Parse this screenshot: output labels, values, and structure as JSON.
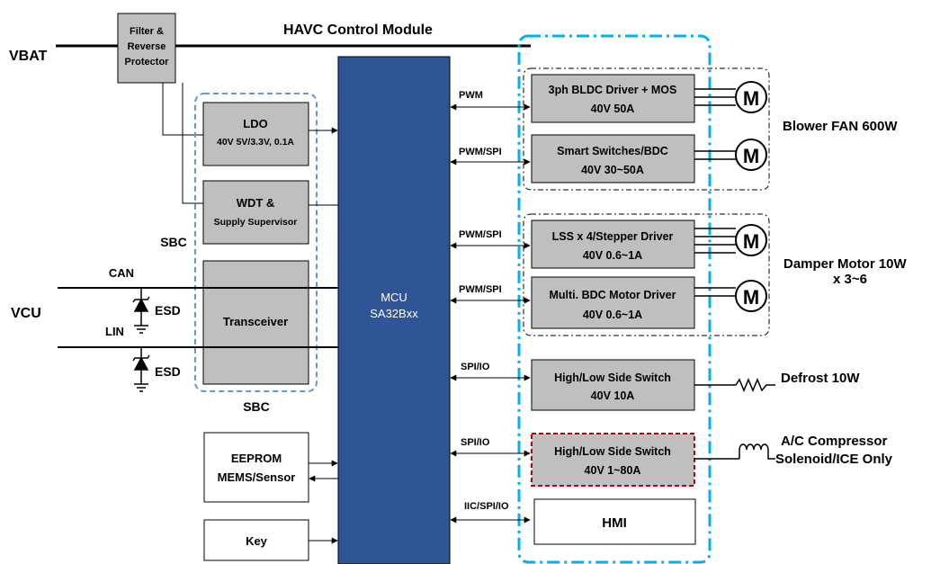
{
  "title": "HAVC Control Module",
  "external": {
    "vbat": "VBAT",
    "vcu": "VCU",
    "can": "CAN",
    "lin": "LIN",
    "esd_top": "ESD",
    "esd_bottom": "ESD"
  },
  "filter": {
    "line1": "Filter &",
    "line2": "Reverse",
    "line3": "Protector"
  },
  "sbc": {
    "label_left": "SBC",
    "label_bottom": "SBC",
    "ldo": {
      "title": "LDO",
      "spec": "40V 5V/3.3V, 0.1A"
    },
    "wdt": {
      "title": "WDT &",
      "subtitle": "Supply Supervisor"
    },
    "transceiver": "Transceiver"
  },
  "mcu": {
    "line1": "MCU",
    "line2": "SA32Bxx"
  },
  "eeprom": {
    "line1": "EEPROM",
    "line2": "MEMS/Sensor"
  },
  "key": "Key",
  "signals": {
    "pwm": "PWM",
    "pwm_spi_1": "PWM/SPI",
    "pwm_spi_2": "PWM/SPI",
    "pwm_spi_3": "PWM/SPI",
    "spi_io_1": "SPI/IO",
    "spi_io_2": "SPI/IO",
    "iic_spi_io": "IIC/SPI/IO"
  },
  "drivers": {
    "bldc": {
      "line1": "3ph BLDC Driver + MOS",
      "line2": "40V 50A"
    },
    "smart": {
      "line1": "Smart Switches/BDC",
      "line2": "40V 30~50A"
    },
    "lss": {
      "line1": "LSS x 4/Stepper Driver",
      "line2": "40V 0.6~1A"
    },
    "multi": {
      "line1": "Multi. BDC Motor Driver",
      "line2": "40V 0.6~1A"
    },
    "hls1": {
      "line1": "High/Low Side Switch",
      "line2": "40V 10A"
    },
    "hls2": {
      "line1": "High/Low Side Switch",
      "line2": "40V 1~80A"
    },
    "hmi": "HMI"
  },
  "motor_symbol": "M",
  "loads": {
    "blower": "Blower FAN 600W",
    "damper_line1": "Damper Motor 10W",
    "damper_line2": "x 3~6",
    "defrost": "Defrost 10W",
    "ac_line1": "A/C Compressor",
    "ac_line2": "Solenoid/ICE Only"
  },
  "colors": {
    "mcu_fill": "#2F5597",
    "block_fill": "#BFBFBF",
    "sbc_border": "#5B9BD5",
    "driver_group_border": "#00B0F0",
    "hls2_border": "#C00000",
    "line": "#000000"
  }
}
